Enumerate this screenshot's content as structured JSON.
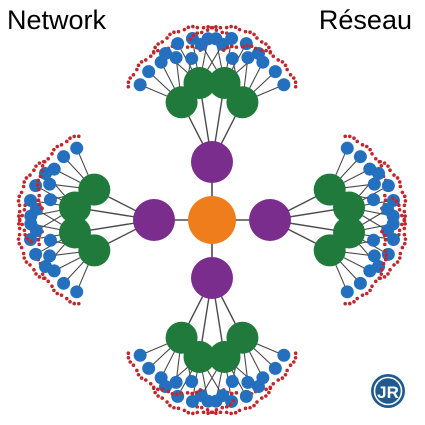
{
  "titles": {
    "left": "Network",
    "right": "Réseau"
  },
  "logo": {
    "text": "JR"
  },
  "colors": {
    "center": "#f07d1c",
    "level1": "#7b2d8e",
    "level2": "#1f7a3c",
    "level3": "#2570be",
    "level4": "#c0282d",
    "edge": "#4a4a4a",
    "logo": "#1f5b8f"
  },
  "network": {
    "branches": 4,
    "level2_per_level1": 4,
    "level3_per_level2": 5,
    "level4_per_level3": 4
  }
}
